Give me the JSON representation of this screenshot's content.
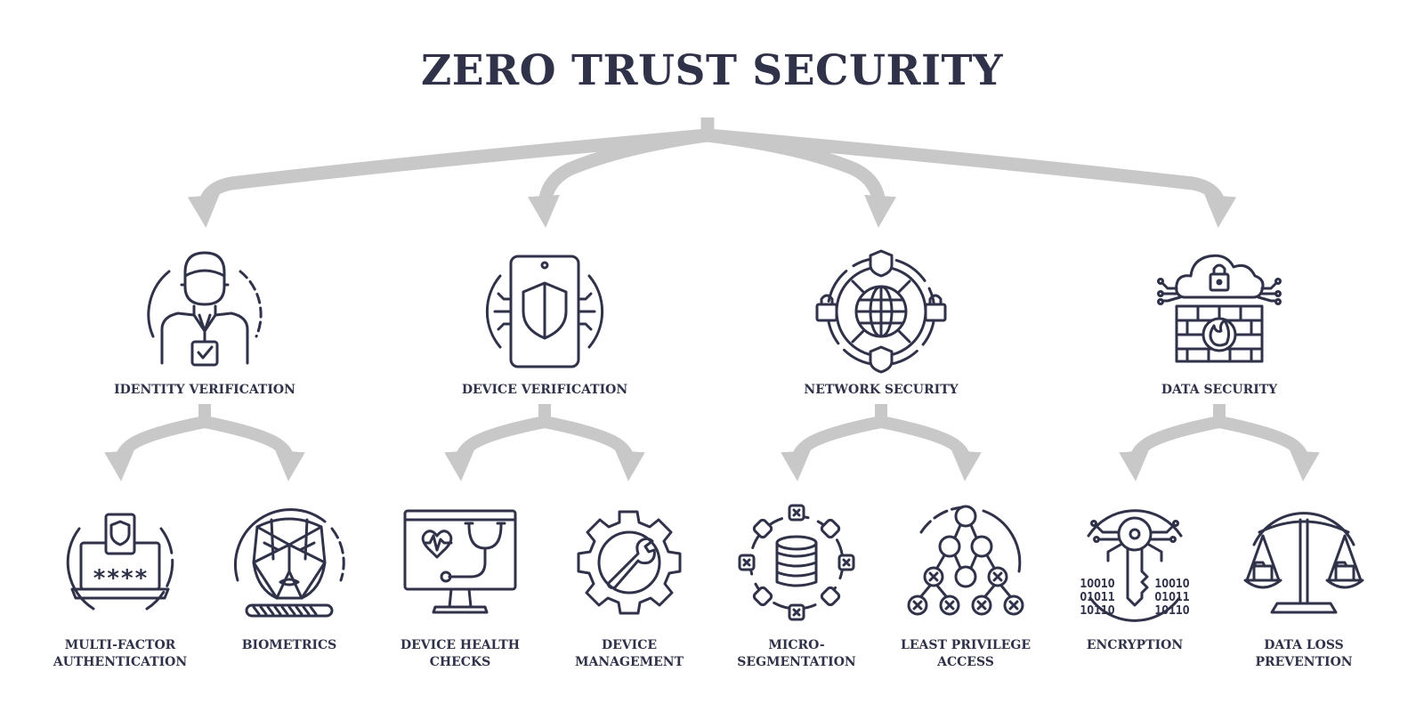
{
  "title": "ZERO TRUST SECURITY",
  "colors": {
    "ink": "#2f3248",
    "arrow": "#c8c8c8",
    "background": "#ffffff"
  },
  "categories": [
    {
      "label": "IDENTITY VERIFICATION",
      "icon": "person-badge-icon",
      "children": [
        {
          "label_lines": [
            "MULTI-FACTOR",
            "AUTHENTICATION"
          ],
          "icon": "laptop-shield-password-icon"
        },
        {
          "label_lines": [
            "BIOMETRICS"
          ],
          "icon": "face-scan-icon"
        }
      ]
    },
    {
      "label": "DEVICE VERIFICATION",
      "icon": "phone-shield-icon",
      "children": [
        {
          "label_lines": [
            "DEVICE HEALTH",
            "CHECKS"
          ],
          "icon": "monitor-stethoscope-icon"
        },
        {
          "label_lines": [
            "DEVICE",
            "MANAGEMENT"
          ],
          "icon": "gear-wrench-icon"
        }
      ]
    },
    {
      "label": "NETWORK SECURITY",
      "icon": "globe-locks-icon",
      "children": [
        {
          "label_lines": [
            "MICRO-",
            "SEGMENTATION"
          ],
          "icon": "database-nodes-icon"
        },
        {
          "label_lines": [
            "LEAST PRIVILEGE",
            "ACCESS"
          ],
          "icon": "access-tree-icon"
        }
      ]
    },
    {
      "label": "DATA SECURITY",
      "icon": "cloud-lock-firewall-icon",
      "children": [
        {
          "label_lines": [
            "ENCRYPTION"
          ],
          "icon": "key-binary-icon"
        },
        {
          "label_lines": [
            "DATA LOSS",
            "PREVENTION"
          ],
          "icon": "balance-scale-icon"
        }
      ]
    }
  ],
  "binary_text": [
    "1OO1O",
    "O1O11",
    "1O11O"
  ],
  "password_mask": "****"
}
